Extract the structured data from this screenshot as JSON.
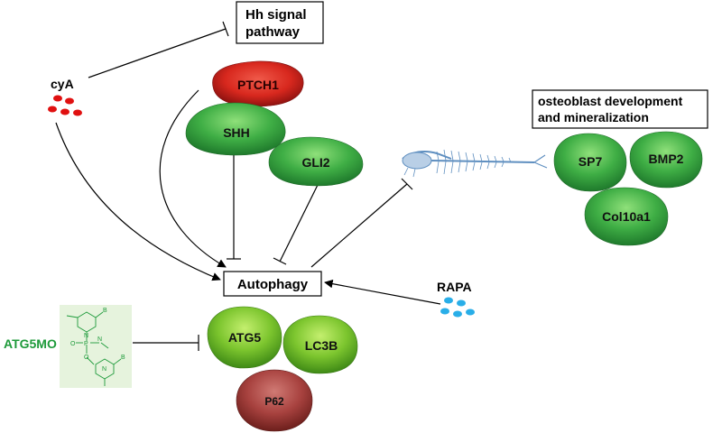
{
  "boxes": {
    "hh": [
      "Hh signal",
      "pathway"
    ],
    "osteo": [
      "osteoblast development",
      "and mineralization"
    ],
    "autophagy": "Autophagy"
  },
  "drugs": {
    "cya": {
      "label": "cyA",
      "color": "#e01010"
    },
    "rapa": {
      "label": "RAPA",
      "color": "#29aee8"
    },
    "atg5mo": {
      "label": "ATG5MO",
      "color": "#1d9a3a"
    }
  },
  "nodes": {
    "ptch1": "PTCH1",
    "shh": "SHH",
    "gli2": "GLI2",
    "sp7": "SP7",
    "bmp2": "BMP2",
    "col10a1": "Col10a1",
    "atg5": "ATG5",
    "lc3b": "LC3B",
    "p62": "P62"
  },
  "chem": {
    "b": "B",
    "n": "N",
    "p": "P",
    "o": "O"
  },
  "colors": {
    "inhibitor_red": "#c8201c",
    "activator_green": "#2e9a3c",
    "autophagy_green": "#6bb12a",
    "p62_red": "#9c3a3a",
    "fish_blue": "#5f8fc0",
    "chem_bg": "#e6f3dd"
  }
}
